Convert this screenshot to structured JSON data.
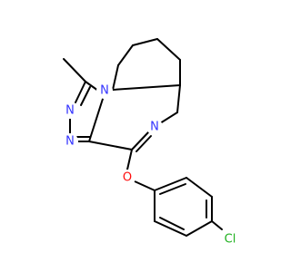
{
  "molecule": {
    "atom_labels": {
      "n1": "N",
      "n2": "N",
      "n3": "N",
      "n4": "N",
      "o1": "O",
      "cl1": "Cl"
    },
    "colors": {
      "bond": "#000000",
      "nitrogen": "#3333ff",
      "oxygen": "#ff0d0d",
      "chlorine": "#1fb01f",
      "background": "#ffffff"
    }
  }
}
